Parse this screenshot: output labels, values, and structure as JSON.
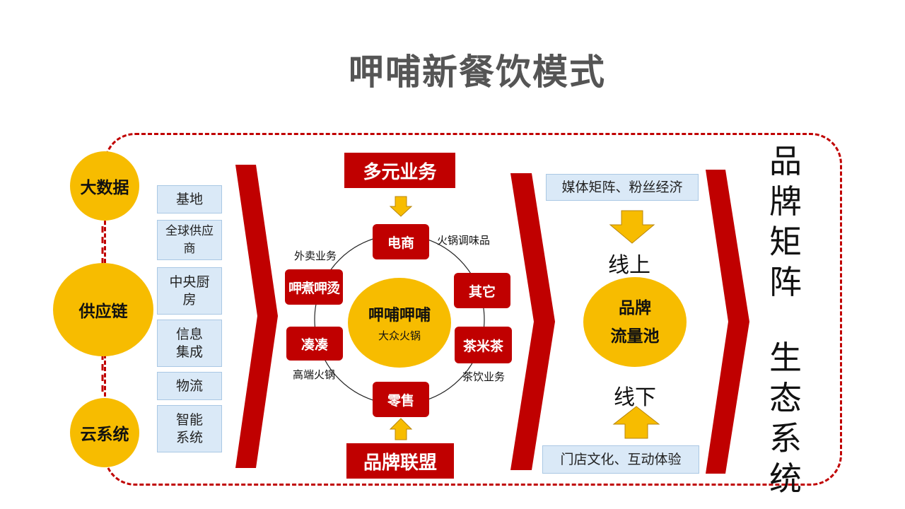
{
  "title": "呷哺新餐饮模式",
  "left": {
    "circles": [
      "大数据",
      "供应链",
      "云系统"
    ],
    "boxes": [
      "基地",
      "全球供应商",
      "中央厨房",
      "信息集成",
      "物流",
      "智能系统"
    ]
  },
  "middle": {
    "top_box": "多元业务",
    "bottom_box": "品牌联盟",
    "center_title": "呷哺呷哺",
    "center_sub": "大众火锅",
    "nodes": [
      "电商",
      "其它",
      "茶米茶",
      "零售",
      "凑凑",
      "呷煮呷烫"
    ],
    "labels": [
      "火锅调味品",
      "茶饮业务",
      "高端火锅",
      "外卖业务"
    ]
  },
  "right": {
    "top_box": "媒体矩阵、粉丝经济",
    "online": "线上",
    "pool_line1": "品牌",
    "pool_line2": "流量池",
    "offline": "线下",
    "bottom_box": "门店文化、互动体验"
  },
  "far_right": {
    "line1": "品牌矩阵",
    "line2": "生态系统"
  },
  "colors": {
    "red": "#c00000",
    "yellow": "#f7bc00",
    "blue_box": "#dae9f7",
    "title_gray": "#555555"
  }
}
